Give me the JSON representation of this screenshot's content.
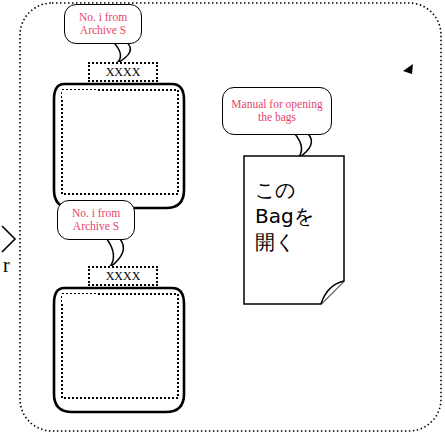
{
  "diagram": {
    "nodes": [
      {
        "text": [
          "No. i from Archive S"
        ]
      },
      {
        "text": [
          "XXXX"
        ]
      },
      {
        "text": [
          "No. i from Archive S"
        ]
      },
      {
        "text": [
          "XXXX"
        ]
      },
      {
        "text": [
          "Manual for opening the bags"
        ]
      },
      {
        "text": [
          "この Bagを 開く"
        ]
      }
    ],
    "edges": [
      {
        "from": 0,
        "to": 1,
        "arrow": "none"
      },
      {
        "from": 2,
        "to": 3,
        "arrow": "none"
      },
      {
        "from": 4,
        "to": 5,
        "arrow": "none"
      }
    ],
    "labels": [
      "r"
    ]
  }
}
